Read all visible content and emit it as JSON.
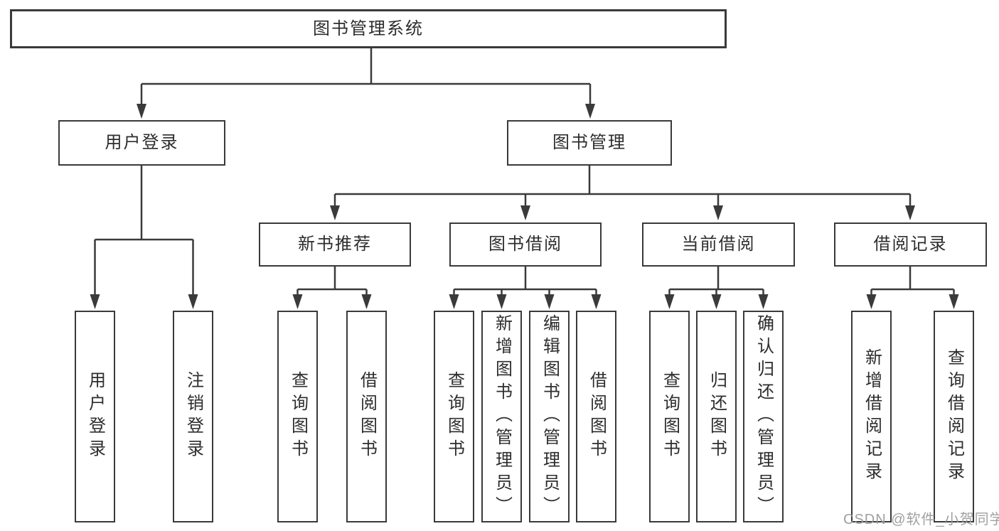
{
  "diagram_type": "hierarchy-tree",
  "colors": {
    "line": "#3a3a3a",
    "box_border": "#3a3a3a",
    "box_background": "#ffffff",
    "text": "#2d2d2d",
    "watermark": "#9b9b9b",
    "background": "#ffffff"
  },
  "tree": {
    "label": "图书管理系统",
    "children": [
      {
        "label": "用户登录",
        "children": [
          {
            "label": "用户登录"
          },
          {
            "label": "注销登录"
          }
        ]
      },
      {
        "label": "图书管理",
        "children": [
          {
            "label": "新书推荐",
            "children": [
              {
                "label": "查询图书"
              },
              {
                "label": "借阅图书"
              }
            ]
          },
          {
            "label": "图书借阅",
            "children": [
              {
                "label": "查询图书"
              },
              {
                "label": "新增图书（管理员）"
              },
              {
                "label": "编辑图书（管理员）"
              },
              {
                "label": "借阅图书"
              }
            ]
          },
          {
            "label": "当前借阅",
            "children": [
              {
                "label": "查询图书"
              },
              {
                "label": "归还图书"
              },
              {
                "label": "确认归还（管理员）"
              }
            ]
          },
          {
            "label": "借阅记录",
            "children": [
              {
                "label": "新增借阅记录"
              },
              {
                "label": "查询借阅记录"
              }
            ]
          }
        ]
      }
    ]
  },
  "watermark": "CSDN @软件_小贺同学"
}
